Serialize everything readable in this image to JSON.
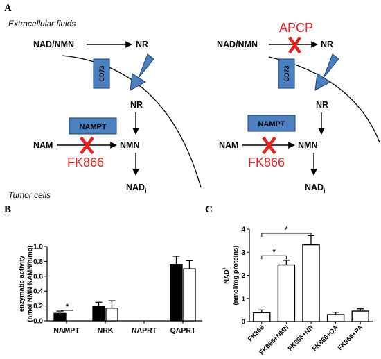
{
  "panelA": {
    "label": "A",
    "extracellular": "Extracellular fluids",
    "tumor": "Tumor cells",
    "left": {
      "nadnmn": "NAD/NMN",
      "nr_top": "NR",
      "cd73": "CD73",
      "nr_mid": "NR",
      "nampt": "NAMPT",
      "nam": "NAM",
      "nmn": "NMN",
      "fk866": "FK866",
      "nad": "NAD",
      "nad_sub": "i"
    },
    "right": {
      "apcp": "APCP",
      "nadnmn": "NAD/NMN",
      "nr_top": "NR",
      "cd73": "CD73",
      "nr_mid": "NR",
      "nampt": "NAMPT",
      "nam": "NAM",
      "nmn": "NMN",
      "fk866": "FK866",
      "nad": "NAD",
      "nad_sub": "i"
    }
  },
  "panelB": {
    "label": "B",
    "sig": "*"
  },
  "panelC": {
    "label": "C",
    "sig1": "*",
    "sig2": "*"
  },
  "chart_data": [
    {
      "type": "bar",
      "title": "",
      "xlabel": "",
      "ylabel": "enzymatic activity",
      "ylabel2": "(nmol NMN-NAMN/h/mg)",
      "categories": [
        "NAMPT",
        "NRK",
        "NAPRT",
        "QAPRT"
      ],
      "series": [
        {
          "values": [
            0.1,
            0.2,
            0.0,
            0.76
          ],
          "errors": [
            0.03,
            0.05,
            0.0,
            0.11
          ],
          "color": "#000000"
        },
        {
          "values": [
            0.0,
            0.17,
            0.0,
            0.7
          ],
          "errors": [
            0.0,
            0.1,
            0.0,
            0.11
          ],
          "color": "#ffffff"
        }
      ],
      "yticks": [
        "0.0",
        "0.2",
        "0.4",
        "0.6",
        "0.8",
        "1.0"
      ],
      "ylim": [
        0,
        1.0
      ],
      "grid": false
    },
    {
      "type": "bar",
      "title": "",
      "xlabel": "",
      "ylabel": "NAD",
      "ylabel_sup": "+",
      "ylabel2": "(nmol/mg proteins)",
      "categories": [
        "FK866",
        "FK866+NMN",
        "FK866+NR",
        "FK866+QA",
        "FK866+PA"
      ],
      "values": [
        0.38,
        2.45,
        3.32,
        0.3,
        0.45
      ],
      "errors": [
        0.12,
        0.2,
        0.4,
        0.1,
        0.1
      ],
      "yticks": [
        "0",
        "1",
        "2",
        "3",
        "4"
      ],
      "ylim": [
        0,
        4
      ],
      "grid": false
    }
  ]
}
